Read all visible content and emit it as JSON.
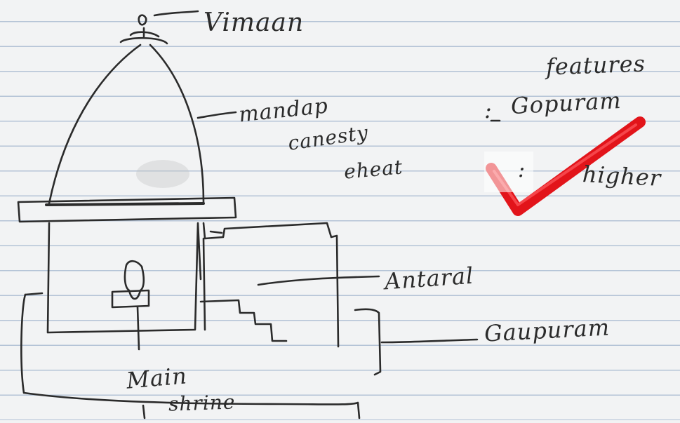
{
  "labels": {
    "vimaan": "Vimaan",
    "mandap": "mandap",
    "mandap_line2": "canesty",
    "mandap_line3": "eheat",
    "antaral": "Antaral",
    "garbh": "Gaupuram",
    "main": "Main",
    "shrine": "shrine",
    "features": "features",
    "colon1": ":",
    "gopuram": "Gopuram",
    "colon2": ":",
    "higher": "higher"
  },
  "colors": {
    "ink": "#2b2b2b",
    "tick": "#e2141a",
    "rule": "#9fb3cc",
    "paper": "#f2f3f4"
  }
}
